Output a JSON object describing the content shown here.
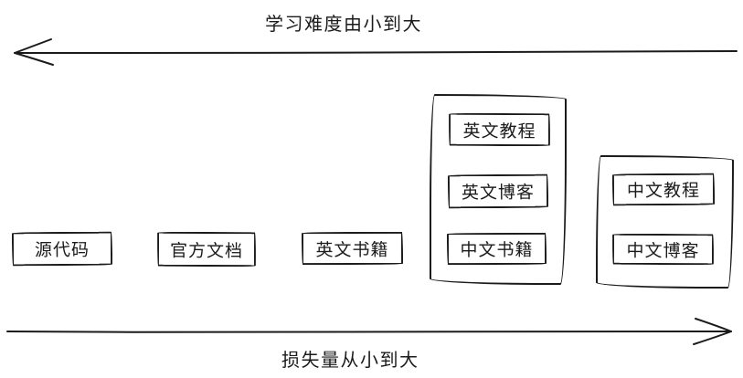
{
  "diagram": {
    "background": "#ffffff",
    "stroke_color": "#1b1b1b",
    "top_axis": {
      "label": "学习难度由小到大",
      "direction": "left"
    },
    "bottom_axis": {
      "label": "损失量从小到大",
      "direction": "right"
    },
    "boxes": [
      {
        "label": "源代码"
      },
      {
        "label": "官方文档"
      },
      {
        "label": "英文书籍"
      }
    ],
    "groups": [
      {
        "items": [
          {
            "label": "英文教程"
          },
          {
            "label": "英文博客"
          },
          {
            "label": "中文书籍"
          }
        ]
      },
      {
        "items": [
          {
            "label": "中文教程"
          },
          {
            "label": "中文博客"
          }
        ]
      }
    ]
  }
}
